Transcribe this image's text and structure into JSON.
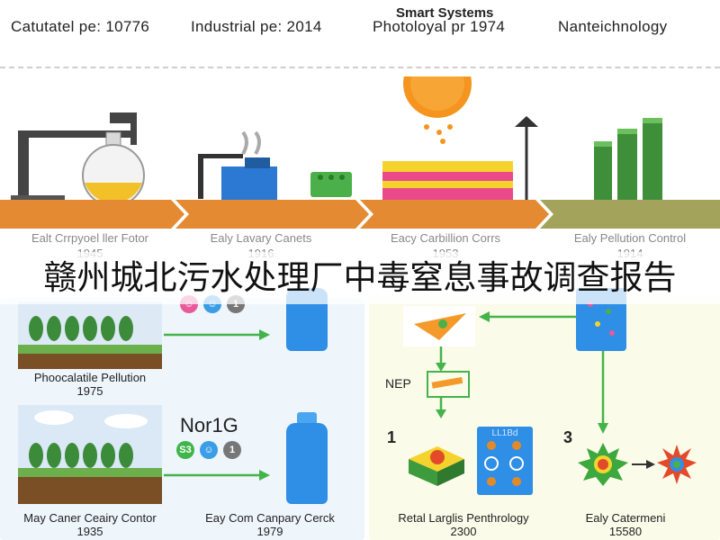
{
  "header": {
    "col1": "Catutatel pe: 10776",
    "col2": "Industrial pe: 2014",
    "col3_title": "Smart Systems",
    "col3": "Photoloyal pr 1974",
    "col4": "Nanteichnology"
  },
  "timeline": [
    {
      "label": "Ealt Crrpyoel ller Fotor",
      "year": "1945"
    },
    {
      "label": "Ealy Lavary Canets",
      "year": "1916"
    },
    {
      "label": "Eacy Carbillion Corrs",
      "year": "1953"
    },
    {
      "label": "Ealy Pellution Control",
      "year": "1914"
    }
  ],
  "main_title": "赣州城北污水处理厂中毒窒息事故调查报告",
  "panels": {
    "p1": {
      "caption": "Phoocalatile Pellution",
      "year": "1975",
      "symbols": [
        "☺",
        "☺",
        "1"
      ]
    },
    "p2": {
      "heading": "Nor1G",
      "caption_left": "May Caner Ceairy Contor",
      "year_left": "1935",
      "caption_right": "Eay Com Canpary Cerck",
      "year_right": "1979",
      "symbols": [
        "S3",
        "☺",
        "1"
      ]
    },
    "p3": {
      "nep_label": "NEP",
      "step1": "1",
      "grid_label": "LL1Bd",
      "caption": "Retal Larglis Penthrology",
      "year": "2300"
    },
    "p4": {
      "step3": "3",
      "caption": "Ealy Catermeni",
      "year": "15580"
    }
  },
  "icons": [
    "flask-icon",
    "machine-icon",
    "sun-icon",
    "stack-icon",
    "tubes-icon",
    "trees-icon",
    "bottle-icon",
    "arrow-icon",
    "germ-icon"
  ],
  "colors": {
    "band": "#e48a32",
    "band_last": "#a3a35c",
    "green_arrow": "#44b44a",
    "panel_bg": "#eef5fb"
  }
}
